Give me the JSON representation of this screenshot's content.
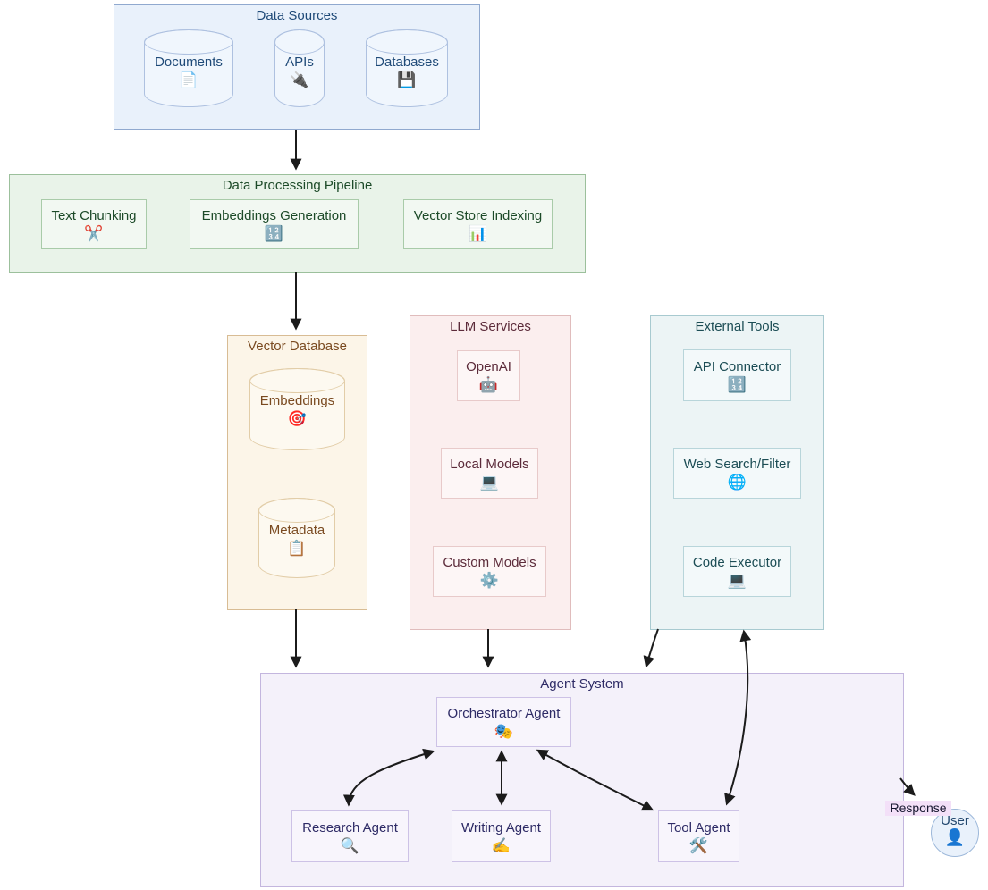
{
  "groups": {
    "data_sources": {
      "title": "Data Sources",
      "nodes": {
        "documents": {
          "label": "Documents",
          "icon": "📄"
        },
        "apis": {
          "label": "APIs",
          "icon": "🔌"
        },
        "databases": {
          "label": "Databases",
          "icon": "💾"
        }
      }
    },
    "pipeline": {
      "title": "Data Processing Pipeline",
      "nodes": {
        "chunking": {
          "label": "Text Chunking",
          "icon": "✂️"
        },
        "embedgen": {
          "label": "Embeddings Generation",
          "icon": "🔢"
        },
        "indexing": {
          "label": "Vector Store Indexing",
          "icon": "📊"
        }
      }
    },
    "vector_db": {
      "title": "Vector Database",
      "nodes": {
        "embeddings": {
          "label": "Embeddings",
          "icon": "🎯"
        },
        "metadata": {
          "label": "Metadata",
          "icon": "📋"
        }
      }
    },
    "llm": {
      "title": "LLM Services",
      "nodes": {
        "openai": {
          "label": "OpenAI",
          "icon": "🤖"
        },
        "local": {
          "label": "Local Models",
          "icon": "💻"
        },
        "custom": {
          "label": "Custom Models",
          "icon": "⚙️"
        }
      }
    },
    "tools": {
      "title": "External Tools",
      "nodes": {
        "api_connector": {
          "label": "API Connector",
          "icon": "🔢"
        },
        "web_search": {
          "label": "Web Search/Filter",
          "icon": "🌐"
        },
        "code_executor": {
          "label": "Code Executor",
          "icon": "💻"
        }
      }
    },
    "agents": {
      "title": "Agent System",
      "nodes": {
        "orchestrator": {
          "label": "Orchestrator Agent",
          "icon": "🎭"
        },
        "research": {
          "label": "Research Agent",
          "icon": "🔍"
        },
        "writing": {
          "label": "Writing Agent",
          "icon": "✍️"
        },
        "tool": {
          "label": "Tool Agent",
          "icon": "🛠️"
        }
      }
    }
  },
  "edge_labels": {
    "response": "Response"
  },
  "user": {
    "label": "User",
    "icon": "👤"
  },
  "colors": {
    "edge": "#1b1b1b",
    "blue_fill": "#e9f1fb",
    "blue_stroke": "#90a9cf",
    "blue_text": "#1f4a78",
    "green_fill": "#e9f3e9",
    "green_stroke": "#9cc09c",
    "green_text": "#1c4a28",
    "cream_fill": "#fcf5e8",
    "cream_stroke": "#d8bc94",
    "cream_text": "#7a4a20",
    "pink_fill": "#fbeeee",
    "pink_stroke": "#e0bcbc",
    "pink_text": "#5c2b3a",
    "teal_fill": "#ecf4f5",
    "teal_stroke": "#a8cad0",
    "teal_text": "#1c4d55",
    "purple_fill": "#f4f1fa",
    "purple_stroke": "#c3b6de",
    "purple_text": "#2e2b66",
    "response_label_bg": "#f3e0f8"
  }
}
